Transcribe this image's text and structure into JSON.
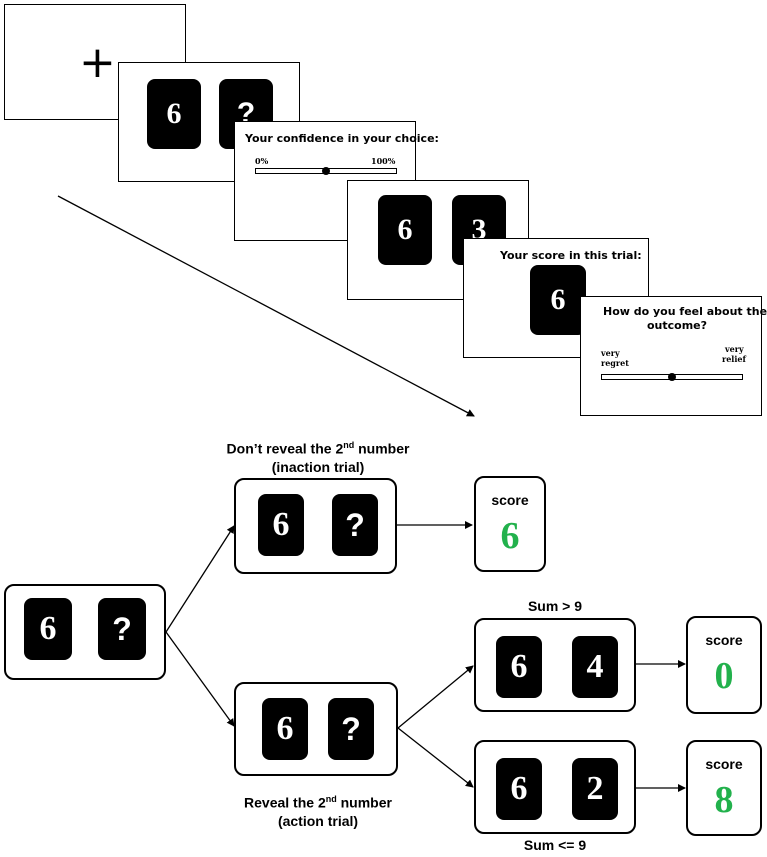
{
  "colors": {
    "score": "#22b14c",
    "card": "#000000"
  },
  "top_sequence": {
    "fixation_symbol": "+",
    "screen2_cards": [
      "6",
      "?"
    ],
    "confidence_prompt": "Your confidence in your choice:",
    "confidence_min_label": "0%",
    "confidence_max_label": "100%",
    "confidence_value": 0.5,
    "screen4_cards": [
      "6",
      "3"
    ],
    "score_prompt": "Your score in this trial:",
    "score_card": "6",
    "feeling_prompt_line1": "How do you feel about the",
    "feeling_prompt_line2": "outcome?",
    "feeling_left_line1": "very",
    "feeling_left_line2": "regret",
    "feeling_right_line1": "very",
    "feeling_right_line2": "relief",
    "feeling_value": 0.5
  },
  "tree": {
    "start_cards": [
      "6",
      "?"
    ],
    "inaction": {
      "label_prefix": "Don’t reveal the 2",
      "label_sup": "nd",
      "label_suffix": " number",
      "label_line2": "(inaction trial)",
      "cards": [
        "6",
        "?"
      ],
      "score_title": "score",
      "score_value": "6"
    },
    "action": {
      "label_prefix": "Reveal the 2",
      "label_sup": "nd",
      "label_suffix": " number",
      "label_line2": "(action trial)",
      "cards": [
        "6",
        "?"
      ],
      "high": {
        "condition": "Sum > 9",
        "cards": [
          "6",
          "4"
        ],
        "score_title": "score",
        "score_value": "0"
      },
      "low": {
        "condition": "Sum <= 9",
        "cards": [
          "6",
          "2"
        ],
        "score_title": "score",
        "score_value": "8"
      }
    }
  }
}
